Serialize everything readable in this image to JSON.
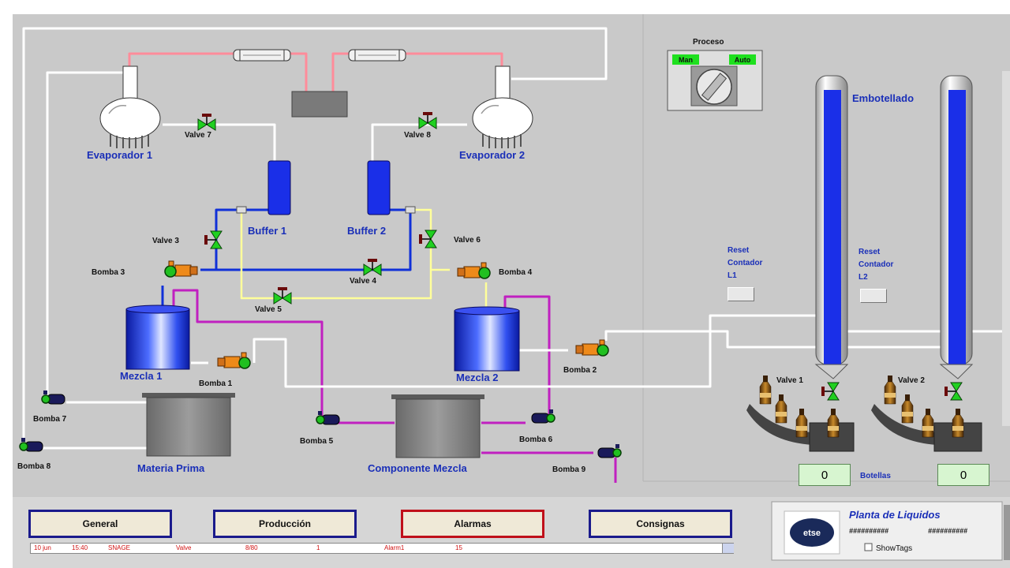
{
  "labels": {
    "evaporador1": "Evaporador 1",
    "evaporador2": "Evaporador 2",
    "buffer1": "Buffer 1",
    "buffer2": "Buffer 2",
    "mezcla1": "Mezcla 1",
    "mezcla2": "Mezcla 2",
    "materia_prima": "Materia Prima",
    "componente_mezcla": "Componente Mezcla",
    "embotellado": "Embotellado",
    "botellas": "Botellas"
  },
  "valves": {
    "v1": "Valve 1",
    "v2": "Valve 2",
    "v3": "Valve 3",
    "v4": "Valve 4",
    "v5": "Valve 5",
    "v6": "Valve 6",
    "v7": "Valve 7",
    "v8": "Valve 8"
  },
  "pumps": {
    "b1": "Bomba 1",
    "b2": "Bomba 2",
    "b3": "Bomba 3",
    "b4": "Bomba 4",
    "b5": "Bomba 5",
    "b6": "Bomba 6",
    "b7": "Bomba 7",
    "b8": "Bomba 8",
    "b9": "Bomba 9"
  },
  "proceso": {
    "title": "Proceso",
    "man": "Man",
    "auto": "Auto",
    "selected": "Auto"
  },
  "reset": {
    "l1": [
      "Reset",
      "Contador",
      "L1"
    ],
    "l2": [
      "Reset",
      "Contador",
      "L2"
    ]
  },
  "counters": {
    "line1": "0",
    "line2": "0"
  },
  "nav": {
    "general": "General",
    "produccion": "Producción",
    "alarmas": "Alarmas",
    "consignas": "Consignas"
  },
  "alarm_row": {
    "date": "10 jun",
    "time": "15:40",
    "src": "SNAGE",
    "tag": "Valve",
    "val": "8/80",
    "n": "1",
    "type": "Alarm1",
    "level": "15"
  },
  "footer": {
    "logo_text": "etse",
    "title": "Planta de Liquidos",
    "mask1": "##########",
    "mask2": "##########",
    "showtags": "ShowTags"
  },
  "colors": {
    "panel": "#c8c8c8",
    "pipe_red": "#ff8c9a",
    "pipe_blue": "#1030d8",
    "pipe_yellow": "#ffff9a",
    "pipe_magenta": "#c020c0",
    "pipe_white": "#ffffff",
    "tank_blue": "#1a2fe8",
    "valve_green": "#18c018",
    "pump_orange": "#ee8a1a"
  }
}
